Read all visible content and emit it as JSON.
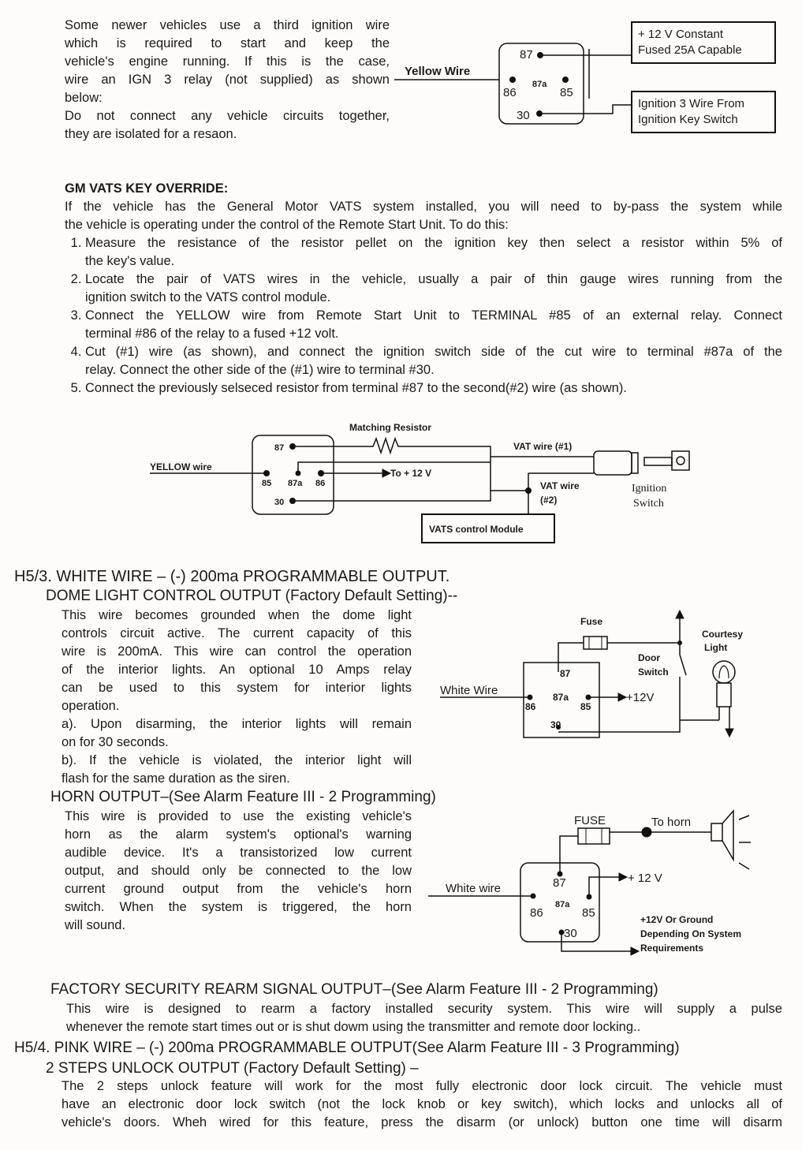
{
  "intro": {
    "lines": [
      "Some newer vehicles use a third ignition wire",
      "which is required to start and keep the",
      "vehicle's engine running. If this is the case,",
      "wire an IGN 3 relay (not supplied) as shown",
      "below:",
      "Do not connect any vehicle circuits together,",
      "they are isolated for a resaon."
    ]
  },
  "diagram1": {
    "yellow_wire": "Yellow Wire",
    "pin87": "87",
    "pin87a": "87a",
    "pin86": "86",
    "pin85": "85",
    "pin30": "30",
    "box1_line1": "+ 12 V Constant",
    "box1_line2": "Fused 25A Capable",
    "box2_line1": "Ignition 3 Wire From",
    "box2_line2": "Ignition Key Switch"
  },
  "vats": {
    "title": "GM VATS KEY OVERRIDE:",
    "intro_lines": [
      "If the vehicle has the General Motor VATS system installed, you will need to by-pass the system while",
      "the vehicle is operating under the control of the Remote Start Unit. To do this:"
    ],
    "steps": [
      [
        "Measure the resistance of the resistor pellet on the ignition key then select a resistor within 5% of",
        "the key's value."
      ],
      [
        "Locate the pair of VATS wires in the vehicle, usually a pair of thin gauge wires running from the",
        "ignition switch to the VATS control module."
      ],
      [
        "Connect the YELLOW wire from Remote Start Unit to TERMINAL #85 of an external relay. Connect",
        "terminal #86 of the relay to a fused +12 volt."
      ],
      [
        "Cut (#1) wire (as shown), and connect the ignition switch side of the cut wire to terminal #87a of the",
        "relay. Connect the other side of the (#1) wire to terminal #30."
      ],
      [
        "Connect the previously selseced resistor from terminal #87 to the second(#2) wire (as shown)."
      ]
    ]
  },
  "diagram2": {
    "matching_resistor": "Matching Resistor",
    "yellow_wire": "YELLOW wire",
    "to_12v": "To + 12 V",
    "vat1": "VAT wire (#1)",
    "vat2_a": "VAT wire",
    "vat2_b": "(#2)",
    "ign_a": "Ignition",
    "ign_b": "Switch",
    "module": "VATS control Module",
    "pin87": "87",
    "pin85": "85",
    "pin87a": "87a",
    "pin86": "86",
    "pin30": "30"
  },
  "h53": {
    "title": "H5/3. WHITE WIRE – (-) 200ma PROGRAMMABLE OUTPUT.",
    "dome_title": "DOME LIGHT CONTROL OUTPUT (Factory Default Setting)--",
    "dome_lines": [
      "This wire becomes grounded when the dome light",
      "controls circuit active. The current capacity of this",
      "wire is 200mA. This wire can control the operation",
      "of the interior lights. An optional 10 Amps relay",
      "can be used to this system for interior lights",
      "operation.",
      "a). Upon disarming, the interior lights will remain",
      "on for 30 seconds.",
      "b). If the vehicle is violated, the interior light will",
      "flash for the same duration as the siren."
    ],
    "horn_title": "HORN OUTPUT–(See Alarm Feature III - 2 Programming)",
    "horn_lines": [
      "This wire is provided to use the existing vehicle's",
      "horn as the alarm system's optional's warning",
      "audible device. It's a transistorized low current",
      "output, and should only be connected to the low",
      "current ground output from the vehicle's horn",
      "switch. When the system is triggered, the horn",
      "will sound."
    ],
    "rearm_title": "FACTORY SECURITY REARM SIGNAL OUTPUT–(See Alarm Feature III - 2 Programming)",
    "rearm_lines": [
      "This wire is designed to rearm a factory installed security system. This wire will supply a pulse",
      "whenever the remote start times out or is shut dowm using the transmitter and remote door locking.."
    ]
  },
  "diagram3": {
    "fuse": "Fuse",
    "white_wire": "White Wire",
    "plus12": "+12V",
    "door_a": "Door",
    "door_b": "Switch",
    "courtesy_a": "Courtesy",
    "courtesy_b": "Light",
    "pin87": "87",
    "pin87a": "87a",
    "pin86": "86",
    "pin85": "85",
    "pin30": "30"
  },
  "diagram4": {
    "fuse": "FUSE",
    "to_horn": "To horn",
    "white_wire": "White wire",
    "plus12": "+ 12 V",
    "note1": "+12V Or Ground",
    "note2": "Depending On System",
    "note3": "Requirements",
    "pin87": "87",
    "pin87a": "87a",
    "pin86": "86",
    "pin85": "85",
    "pin30": "30"
  },
  "h54": {
    "title": "H5/4. PINK WIRE – (-) 200ma PROGRAMMABLE OUTPUT(See Alarm Feature III - 3 Programming)",
    "unlock_title": "2 STEPS UNLOCK OUTPUT (Factory Default Setting) –",
    "unlock_lines": [
      "The 2 steps unlock feature will work for the most fully electronic door lock circuit. The vehicle must",
      "have an electronic door lock switch (not the lock knob or key switch), which locks and unlocks all of",
      "vehicle's doors. Wheh wired for this feature, press the disarm (or unlock) button one time will disarm"
    ]
  }
}
